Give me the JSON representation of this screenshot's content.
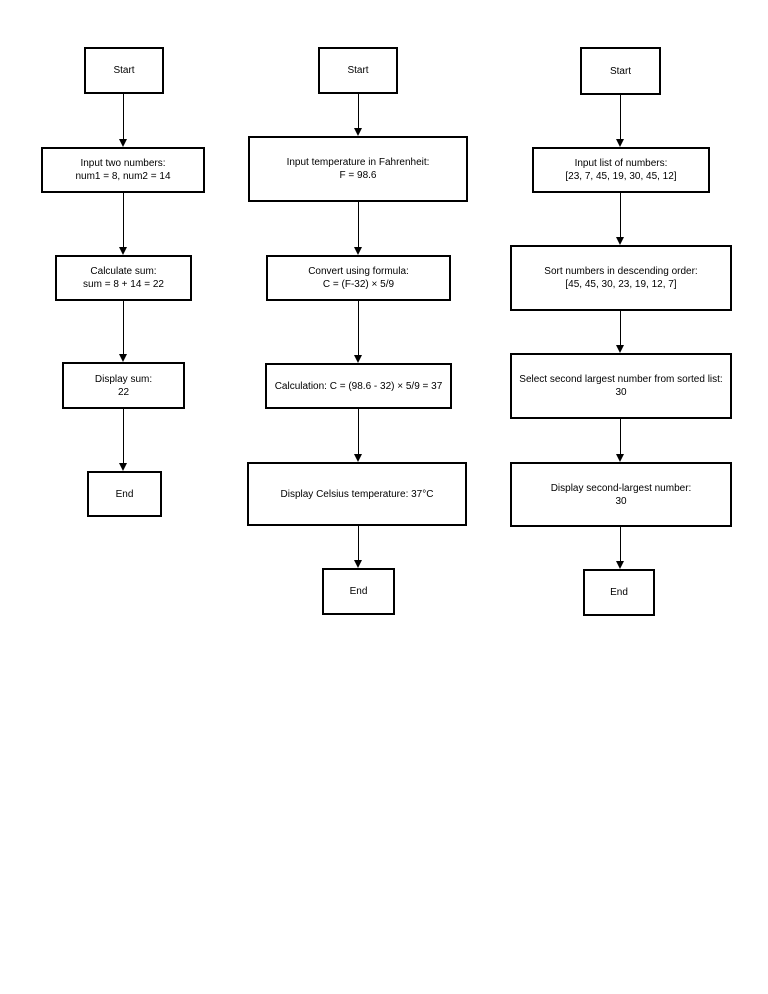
{
  "colors": {
    "background": "#ffffff",
    "box_fill": "#ffffff",
    "box_border": "#000000",
    "arrow": "#000000",
    "text": "#000000"
  },
  "flowcharts": [
    {
      "name": "sum-of-two-numbers",
      "nodes": [
        {
          "type": "terminal",
          "label": "Start"
        },
        {
          "type": "process",
          "label": "Input two numbers:\nnum1 = 8, num2 = 14"
        },
        {
          "type": "process",
          "label": "Calculate sum:\nsum = 8 + 14 = 22"
        },
        {
          "type": "process",
          "label": "Display sum:\n22"
        },
        {
          "type": "terminal",
          "label": "End"
        }
      ]
    },
    {
      "name": "fahrenheit-to-celsius",
      "nodes": [
        {
          "type": "terminal",
          "label": "Start"
        },
        {
          "type": "process",
          "label": "Input temperature in Fahrenheit:\nF = 98.6"
        },
        {
          "type": "process",
          "label": "Convert using formula:\nC = (F-32) × 5/9"
        },
        {
          "type": "process",
          "label": "Calculation: C = (98.6 - 32) × 5/9 = 37"
        },
        {
          "type": "process",
          "label": "Display Celsius temperature: 37°C"
        },
        {
          "type": "terminal",
          "label": "End"
        }
      ]
    },
    {
      "name": "second-largest-number",
      "nodes": [
        {
          "type": "terminal",
          "label": "Start"
        },
        {
          "type": "process",
          "label": "Input list of numbers:\n[23, 7, 45, 19, 30, 45, 12]"
        },
        {
          "type": "process",
          "label": "Sort numbers in descending order:\n[45, 45, 30, 23, 19, 12, 7]"
        },
        {
          "type": "process",
          "label": "Select second largest number from sorted list:\n30"
        },
        {
          "type": "process",
          "label": "Display second-largest number:\n30"
        },
        {
          "type": "terminal",
          "label": "End"
        }
      ]
    }
  ]
}
